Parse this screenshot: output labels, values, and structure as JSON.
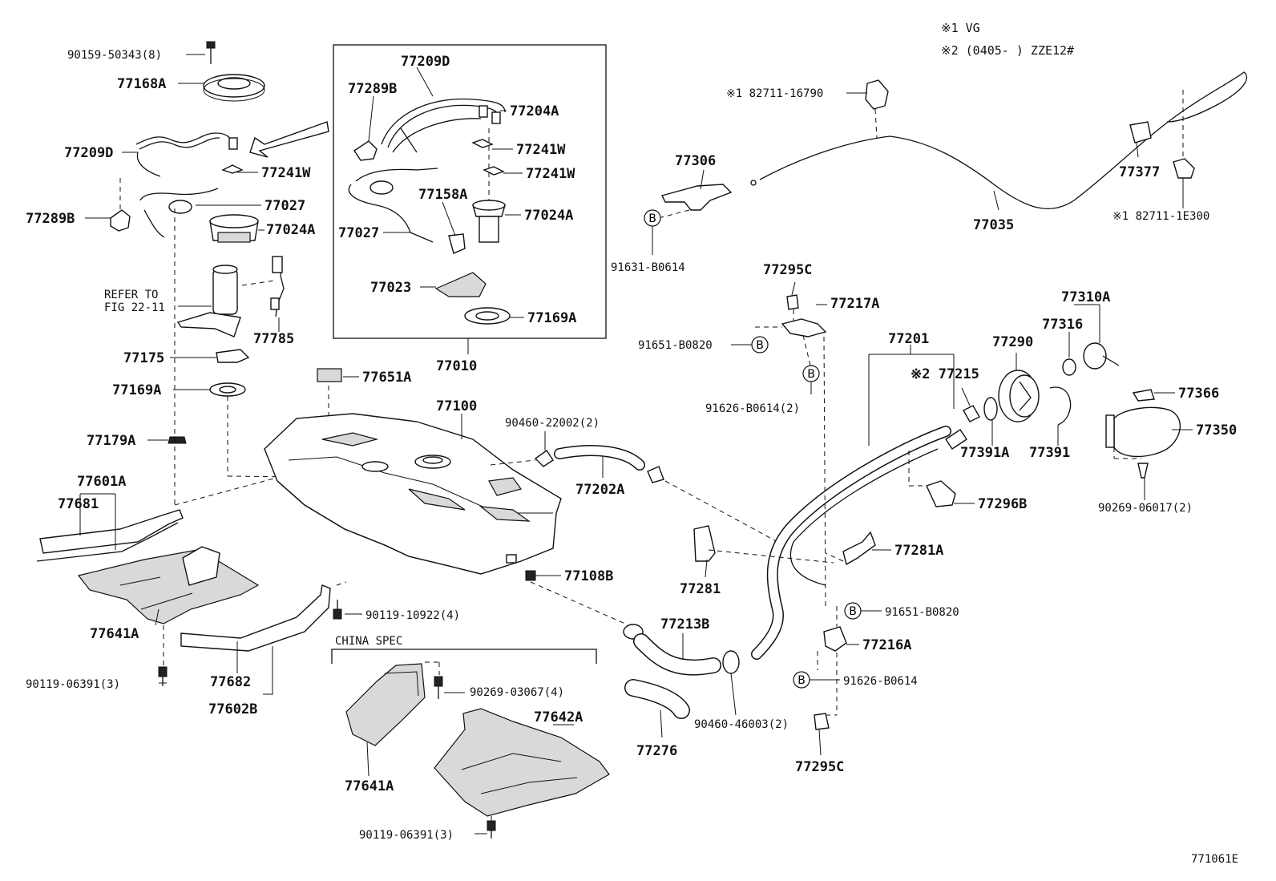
{
  "notes": {
    "note1": "※1  VG",
    "note2": "※2 (0405-      ) ZZE12#",
    "ref_line1": "REFER TO",
    "ref_line2": "FIG 22-11",
    "china_spec": "CHINA SPEC",
    "figure_id": "771061E"
  },
  "labels": {
    "p90159": "90159-50343(8)",
    "p77168A": "77168A",
    "p77209D_left": "77209D",
    "p77241W_left": "77241W",
    "p77027_left": "77027",
    "p77289B_left": "77289B",
    "p77024A_left": "77024A",
    "p77785": "77785",
    "p77175": "77175",
    "p77169A_left": "77169A",
    "p77179A": "77179A",
    "p77601A": "77601A",
    "p77681": "77681",
    "p77641A_left": "77641A",
    "p90119_06391_left": "90119-06391(3)",
    "p77682": "77682",
    "p77602B": "77602B",
    "p90119_10922": "90119-10922(4)",
    "p77209D_box": "77209D",
    "p77289B_box": "77289B",
    "p77204A": "77204A",
    "p77241W_box1": "77241W",
    "p77241W_box2": "77241W",
    "p77158A": "77158A",
    "p77024A_box": "77024A",
    "p77027_box": "77027",
    "p77023": "77023",
    "p77169A_box": "77169A",
    "p77010": "77010",
    "p77651A": "77651A",
    "p77100": "77100",
    "p90460_22002": "90460-22002(2)",
    "p77202A": "77202A",
    "p77108B": "77108B",
    "p90269_03067": "90269-03067(4)",
    "p77641A_china": "77641A",
    "p77642A": "77642A",
    "p90119_06391_bottom": "90119-06391(3)",
    "p77213B": "77213B",
    "p77276": "77276",
    "p90460_46003": "90460-46003(2)",
    "p77281": "77281",
    "p77306": "77306",
    "p91631_B0614": "91631-B0614",
    "p82711_16790": "※1 82711-16790",
    "p77035": "77035",
    "p77377": "77377",
    "p82711_1E300": "※1  82711-1E300",
    "p77295C_top": "77295C",
    "p77217A": "77217A",
    "p91651_B0820_top": "91651-B0820",
    "p91626_B0614_2": "91626-B0614(2)",
    "p77201": "77201",
    "p77215": "※2 77215",
    "p77290": "77290",
    "p77316": "77316",
    "p77310A": "77310A",
    "p77366": "77366",
    "p77350": "77350",
    "p77391A": "77391A",
    "p77391": "77391",
    "p77296B": "77296B",
    "p90269_06017": "90269-06017(2)",
    "p77281A": "77281A",
    "p91651_B0820_bottom": "91651-B0820",
    "p77216A": "77216A",
    "p91626_B0614": "91626-B0614",
    "p77295C_bottom": "77295C",
    "b_marker": "B"
  }
}
